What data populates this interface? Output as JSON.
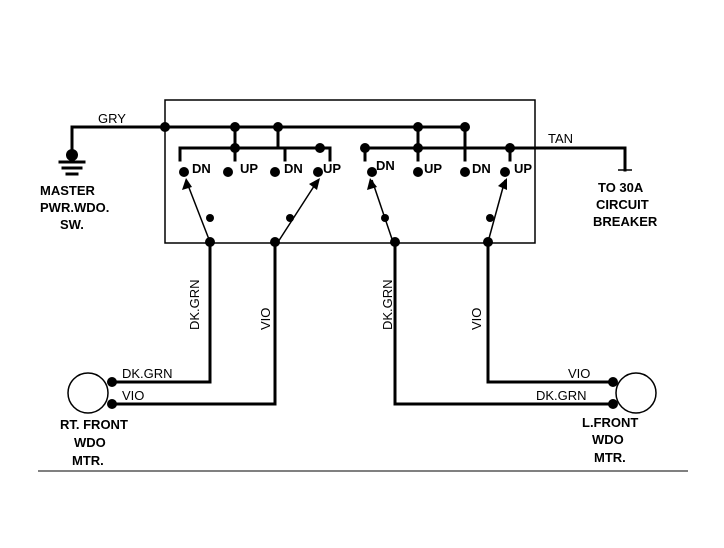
{
  "wires": {
    "gry": "GRY",
    "tan": "TAN",
    "dkgrn_left_vertical": "DK.GRN",
    "vio_left_vertical": "VIO",
    "dkgrn_right_vertical": "DK.GRN",
    "vio_right_vertical": "VIO",
    "rt_motor_dkgrn": "DK.GRN",
    "rt_motor_vio": "VIO",
    "l_motor_vio": "VIO",
    "l_motor_dkgrn": "DK.GRN"
  },
  "switch_positions": [
    "DN",
    "UP",
    "DN",
    "UP",
    "DN",
    "UP",
    "DN",
    "UP"
  ],
  "labels": {
    "master_switch": [
      "MASTER",
      "PWR.WDO.",
      "SW."
    ],
    "breaker": [
      "TO 30A",
      "CIRCUIT",
      "BREAKER"
    ],
    "rt_motor": [
      "RT. FRONT",
      "WDO",
      "MTR."
    ],
    "l_motor": [
      "L.FRONT",
      "WDO",
      "MTR."
    ]
  }
}
